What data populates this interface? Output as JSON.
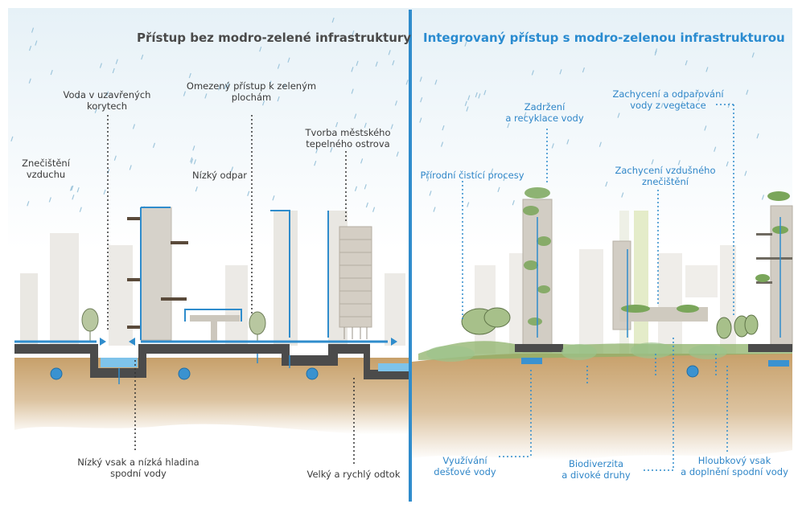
{
  "titles": {
    "left": "Přístup bez modro-zelené infrastruktury",
    "right": "Integrovaný přístup s modro-zelenou infrastrukturou"
  },
  "left_labels": {
    "water_closed_channels": "Voda v uzavřených\nkorytech",
    "limited_green_access": "Omezený přístup k zeleným\nplochám",
    "air_pollution": "Znečištění\nvzduchu",
    "low_evaporation": "Nízký odpar",
    "urban_heat_island": "Tvorba městského\ntepelného ostrova",
    "low_infiltration": "Nízký vsak a nízká hladina\nspodní vody",
    "large_fast_runoff": "Velký a rychlý odtok"
  },
  "right_labels": {
    "retention_recycling": "Zadržení\na recyklace vody",
    "capture_evaporation": "Zachycení a odpařování\nvody z vegetace",
    "natural_cleaning": "Přírodní čistící procesy",
    "air_pollution_capture": "Zachycení vzdušného\nznečištění",
    "rainwater_use": "Využívání\ndešťové vody",
    "biodiversity": "Biodiverzita\na divoké druhy",
    "deep_infiltration": "Hloubkový vsak\na doplnění spodní vody"
  },
  "colors": {
    "water": "#2f8ccc",
    "ground": "#c9a97a",
    "pavement": "#4b4b4b",
    "building": "#d8d4cc",
    "vegetation": "#7aa65a"
  }
}
